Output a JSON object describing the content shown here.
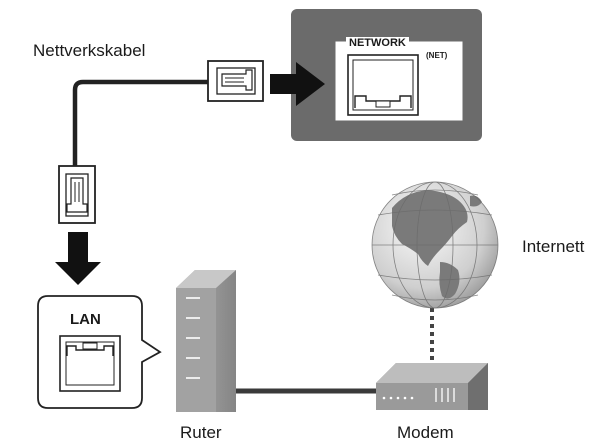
{
  "labels": {
    "cable": "Nettverkskabel",
    "network": "NETWORK",
    "net": "(NET)",
    "lan": "LAN",
    "internet": "Internett",
    "router": "Ruter",
    "modem": "Modem"
  },
  "colors": {
    "device_panel": "#6b6b6b",
    "router_body": "#8f8f8f",
    "modem_body": "#8a8a8a",
    "cable": "#222222",
    "arrow": "#111111",
    "globe_ocean": "#e2e2e2",
    "globe_land": "#7a7a7a",
    "background": "#ffffff"
  },
  "icons": [
    "ethernet-plug-icon",
    "ethernet-port-icon",
    "arrow-icon",
    "globe-icon",
    "router-icon",
    "modem-icon"
  ]
}
